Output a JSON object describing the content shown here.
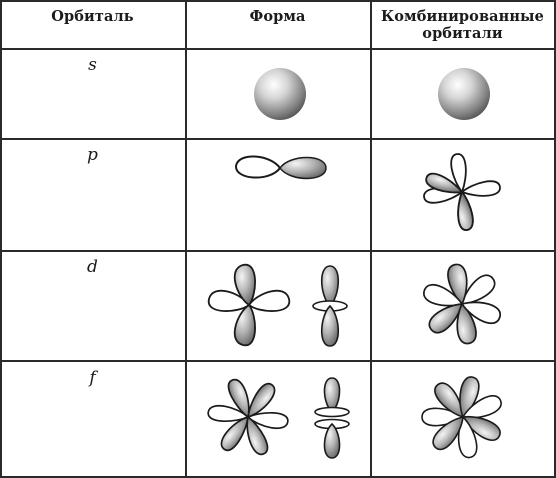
{
  "table": {
    "headers": {
      "orbital": "Орбиталь",
      "shape": "Форма",
      "combined_line1": "Комбинированные",
      "combined_line2": "орбитали"
    },
    "rows": [
      {
        "orbital": "s",
        "shape_icons": [
          "sphere"
        ],
        "combined_icon": "sphere"
      },
      {
        "orbital": "p",
        "shape_icons": [
          "p-dumbbell"
        ],
        "combined_icon": "p-flower-3-orbitals"
      },
      {
        "orbital": "d",
        "shape_icons": [
          "d-cloverleaf",
          "d-z2-ring"
        ],
        "combined_icon": "d-sphere-5-orbitals"
      },
      {
        "orbital": "f",
        "shape_icons": [
          "f-lobes",
          "f-double-ring"
        ],
        "combined_icon": "f-sphere-7-orbitals"
      }
    ]
  }
}
